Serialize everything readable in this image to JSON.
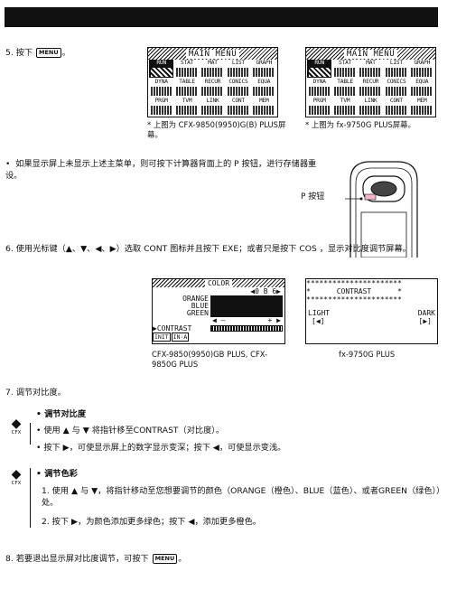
{
  "step5": {
    "num": "5.",
    "text": "按下",
    "key": "MENU",
    "end": "。"
  },
  "menu": {
    "title": "MAIN MENU",
    "row1": [
      "RUN",
      "STAT",
      "MAT",
      "LIST",
      "GRAPH"
    ],
    "row2": [
      "DYNA",
      "TABLE",
      "RECUR",
      "CONICS",
      "EQUA"
    ],
    "row3": [
      "PRGM",
      "TVM",
      "LINK",
      "CONT",
      "MEM"
    ]
  },
  "caption_left": "* 上图为 CFX-9850(9950)G(B) PLUS屏幕。",
  "caption_right": "* 上图为 fx-9750G PLUS屏幕。",
  "bullet_reset": "如果显示屏上未显示上述主菜单，则可按下计算器背面上的 P 按钮，进行存储器重设。",
  "p_button": "P 按钮",
  "step6": {
    "num": "6.",
    "text": "使用光标键（▲、▼、◀、▶）选取 CONT 图标并且按下 EXE；或者只是按下 COS ，显示对比度调节屏幕。"
  },
  "color_screen": {
    "title": "COLOR",
    "scale": "◀0  B  6▶",
    "rows": [
      "ORANGE",
      "BLUE",
      "GREEN"
    ],
    "plusminus_left": "◀ —",
    "plusminus_right": "+ ▶",
    "contrast": "▶CONTRAST",
    "fkeys": [
      "INIT",
      "IN·A"
    ]
  },
  "contrast_screen": {
    "stars": "**********************",
    "line": "*      CONTRAST      *",
    "light": "LIGHT",
    "dark": "DARK",
    "left": "[◀]",
    "right": "[▶]"
  },
  "caption_color": "CFX-9850(9950)GB PLUS, CFX-9850G PLUS",
  "caption_fx": "fx-9750G PLUS",
  "step7": {
    "num": "7.",
    "text": "调节对比度。"
  },
  "adj_contrast": {
    "head": "• 调节对比度",
    "b1": "• 使用 ▲ 与 ▼ 将指针移至CONTRAST（对比度）。",
    "b2": "• 按下 ▶，可使显示屏上的数字显示变深；按下 ◀，可使显示变浅。"
  },
  "adj_color": {
    "head": "• 调节色彩",
    "i1": "1. 使用 ▲ 与 ▼，将指针移动至您想要调节的颜色（ORANGE（橙色）、BLUE（蓝色）、或者GREEN（绿色））处。",
    "i2": "2. 按下 ▶，为颜色添加更多绿色；按下 ◀，添加更多橙色。"
  },
  "cfx": "CFX",
  "step8": {
    "num": "8.",
    "text": "若要退出显示屏对比度调节，可按下",
    "key": "MENU",
    "end": "。"
  }
}
